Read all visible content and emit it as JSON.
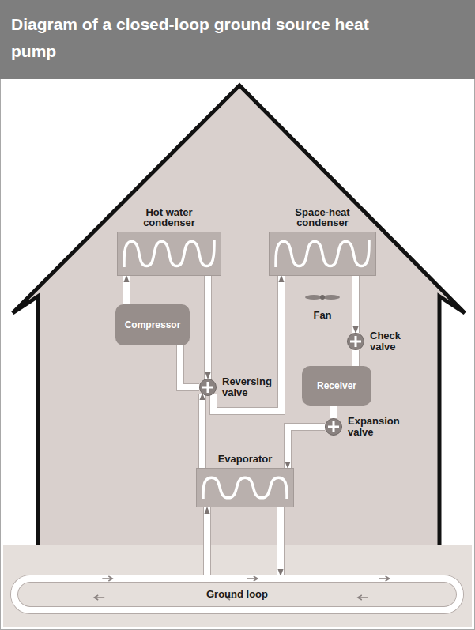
{
  "diagram": {
    "title": "Diagram of a closed-loop ground source heat pump",
    "nodes": [
      {
        "text": [
          "Hot water condenser"
        ]
      },
      {
        "text": [
          "Space-heat condenser"
        ]
      },
      {
        "text": [
          "Compressor"
        ]
      },
      {
        "text": [
          "Check valve"
        ]
      },
      {
        "text": [
          "Reversing valve"
        ]
      },
      {
        "text": [
          "Receiver"
        ]
      },
      {
        "text": [
          "Expansion valve"
        ]
      },
      {
        "text": [
          "Evaporator"
        ]
      },
      {
        "text": [
          "Ground loop"
        ]
      }
    ],
    "edges": [
      {
        "from": 2,
        "to": 0,
        "arrow": "to"
      },
      {
        "from": 0,
        "to": 4,
        "arrow": "to"
      },
      {
        "from": 2,
        "to": 4,
        "arrow": "none"
      },
      {
        "from": 4,
        "to": 1,
        "arrow": "to"
      },
      {
        "from": 1,
        "to": 3,
        "arrow": "to"
      },
      {
        "from": 3,
        "to": 5,
        "arrow": "none"
      },
      {
        "from": 5,
        "to": 6,
        "arrow": "none"
      },
      {
        "from": 6,
        "to": 7,
        "arrow": "to"
      },
      {
        "from": 7,
        "to": 4,
        "arrow": "to"
      },
      {
        "from": 8,
        "to": 7,
        "arrow": "to"
      },
      {
        "from": 7,
        "to": 8,
        "arrow": "to"
      }
    ],
    "labels": [
      "Fan"
    ]
  }
}
